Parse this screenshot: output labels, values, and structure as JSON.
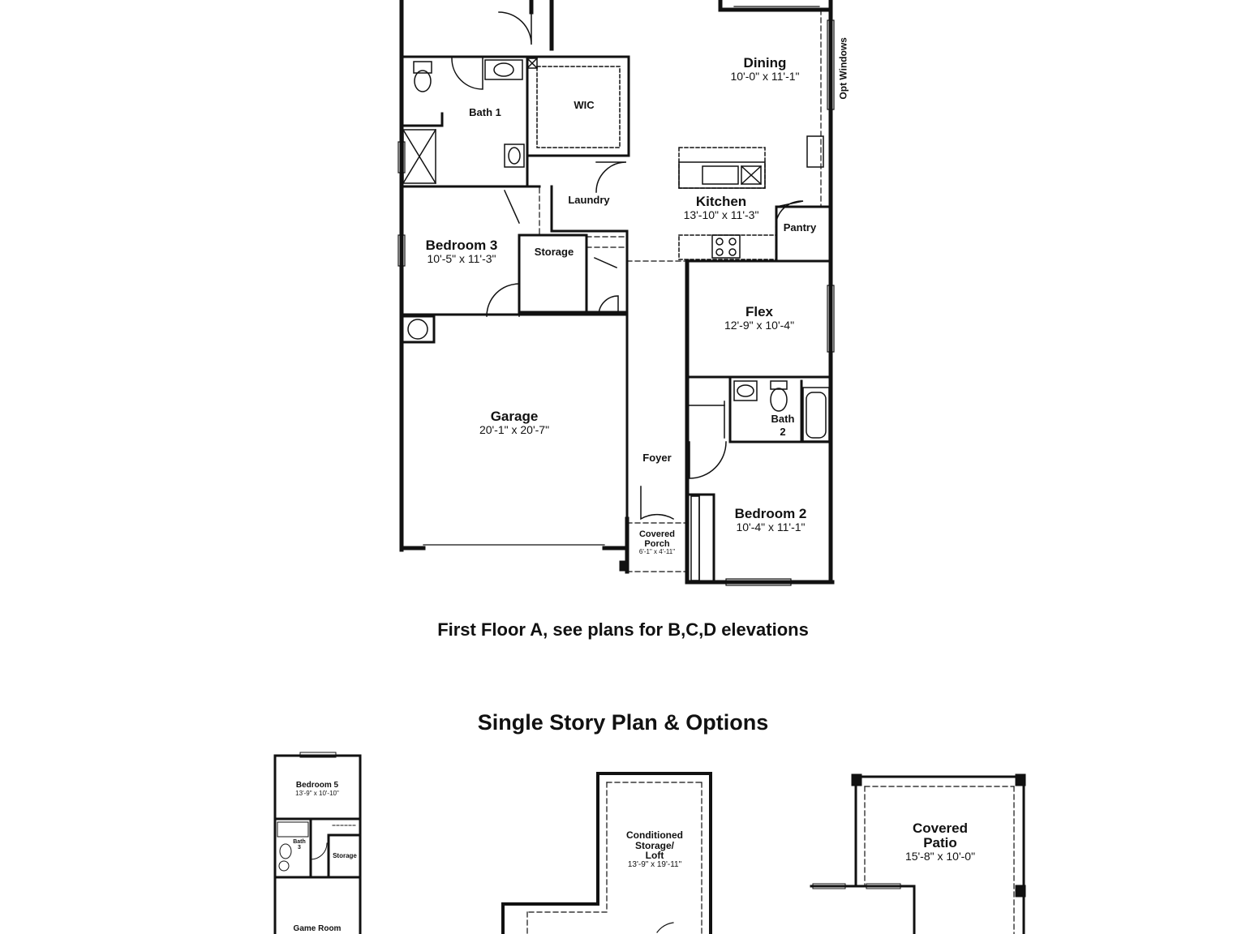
{
  "plan": {
    "caption": "First Floor A, see plans for B,C,D elevations",
    "options_heading": "Single Story Plan & Options",
    "rooms": {
      "dining": {
        "name": "Dining",
        "dim": "10'-0\" x 11'-1\""
      },
      "opt_windows": {
        "name": "Opt Windows"
      },
      "bath1": {
        "name": "Bath 1"
      },
      "wic": {
        "name": "WIC"
      },
      "kitchen": {
        "name": "Kitchen",
        "dim": "13'-10\" x 11'-3\""
      },
      "laundry": {
        "name": "Laundry"
      },
      "pantry": {
        "name": "Pantry"
      },
      "bedroom3": {
        "name": "Bedroom 3",
        "dim": "10'-5\" x 11'-3\""
      },
      "storage": {
        "name": "Storage"
      },
      "flex": {
        "name": "Flex",
        "dim": "12'-9\" x 10'-4\""
      },
      "garage": {
        "name": "Garage",
        "dim": "20'-1\" x 20'-7\""
      },
      "bath2": {
        "name": "Bath",
        "sub": "2"
      },
      "foyer": {
        "name": "Foyer"
      },
      "bedroom2": {
        "name": "Bedroom 2",
        "dim": "10'-4\" x 11'-1\""
      },
      "covered_porch": {
        "name": "Covered",
        "name2": "Porch",
        "dim": "6'-1\" x 4'-11\""
      }
    },
    "options": {
      "bedroom5": {
        "name": "Bedroom 5",
        "dim": "13'-9\" x 10'-10\""
      },
      "bath3": {
        "name": "Bath",
        "sub": "3"
      },
      "storage": {
        "name": "Storage"
      },
      "game_room": {
        "name": "Game Room"
      },
      "loft": {
        "name": "Conditioned",
        "name2": "Storage/",
        "name3": "Loft",
        "dim": "13'-9\" x 19'-11\""
      },
      "patio": {
        "name": "Covered",
        "name2": "Patio",
        "dim": "15'-8\" x 10'-0\""
      }
    }
  }
}
